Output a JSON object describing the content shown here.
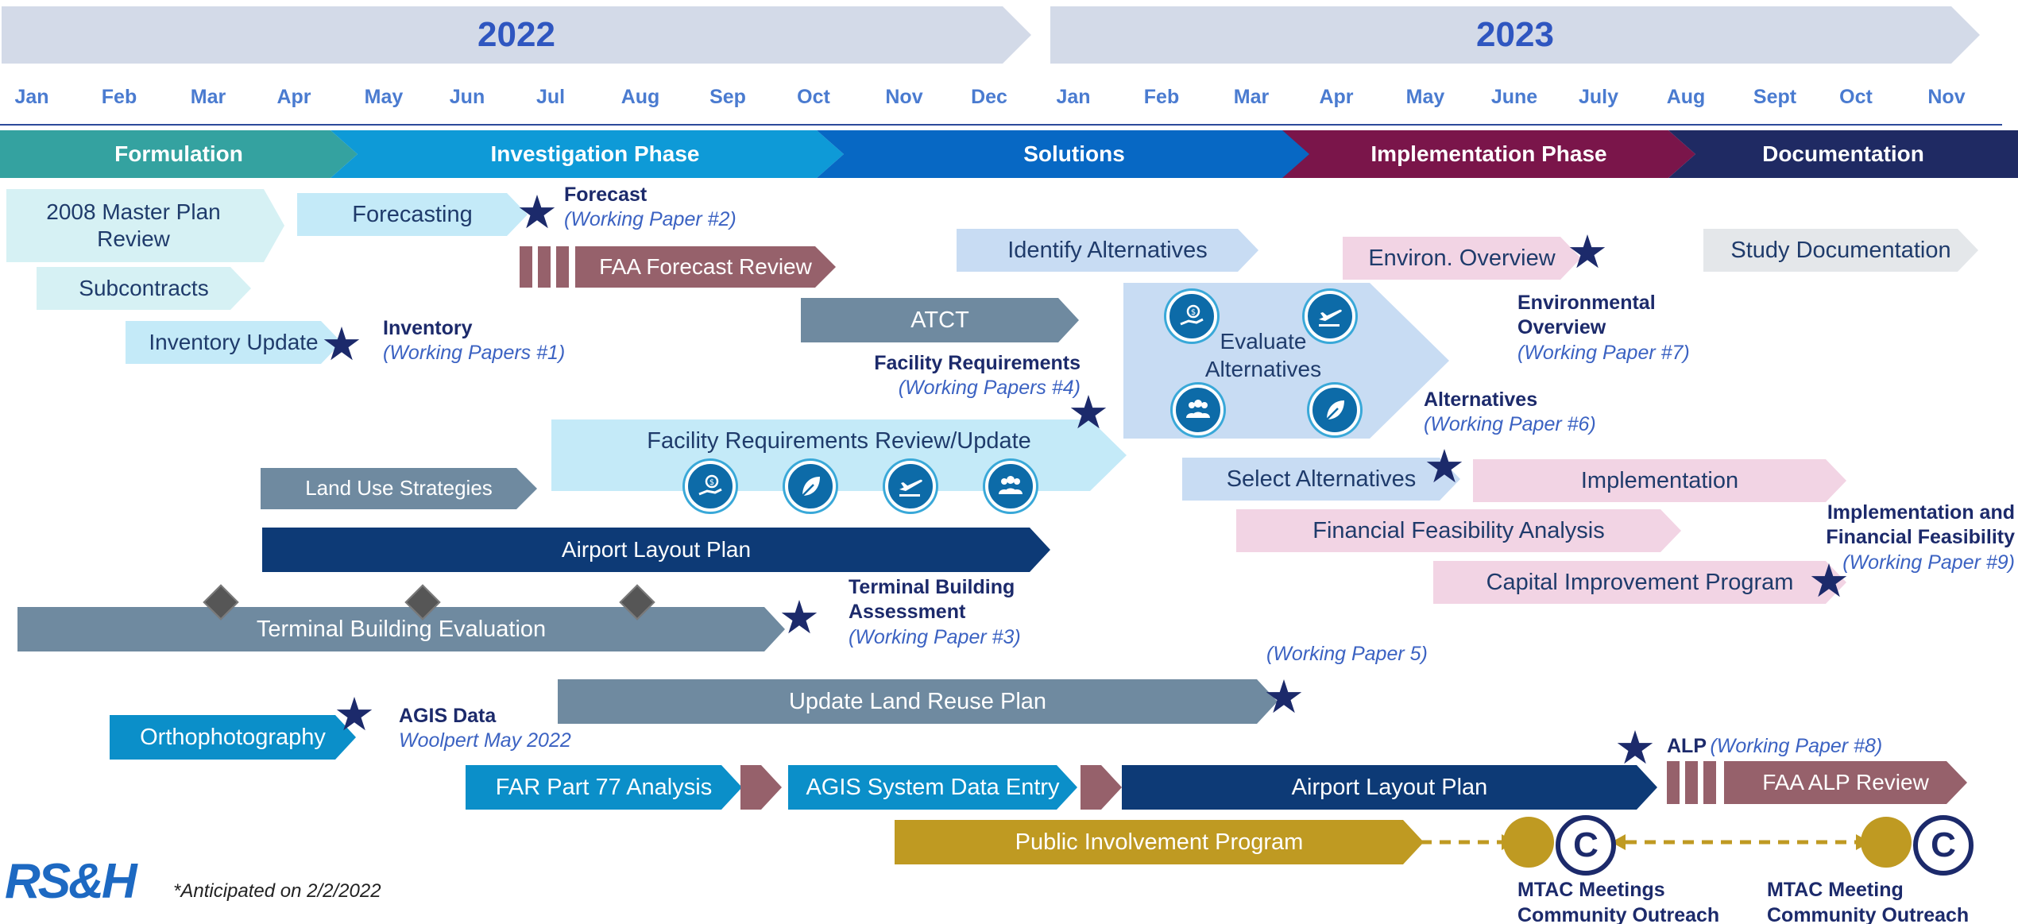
{
  "years": [
    {
      "label": "2022"
    },
    {
      "label": "2023"
    }
  ],
  "months": [
    "Jan",
    "Feb",
    "Mar",
    "Apr",
    "May",
    "Jun",
    "Jul",
    "Aug",
    "Sep",
    "Oct",
    "Nov",
    "Dec",
    "Jan",
    "Feb",
    "Mar",
    "Apr",
    "May",
    "June",
    "July",
    "Aug",
    "Sept",
    "Oct",
    "Nov"
  ],
  "phases": [
    "Formulation",
    "Investigation Phase",
    "Solutions",
    "Implementation Phase",
    "Documentation"
  ],
  "tasks": {
    "master_plan_review": "2008 Master Plan Review",
    "subcontracts": "Subcontracts",
    "forecasting": "Forecasting",
    "inventory_update": "Inventory Update",
    "faa_forecast_review": "FAA Forecast Review",
    "atct": "ATCT",
    "identify_alternatives": "Identify Alternatives",
    "evaluate_alternatives": "Evaluate Alternatives",
    "environ_overview": "Environ. Overview",
    "study_documentation": "Study Documentation",
    "facility_req_review": "Facility Requirements Review/Update",
    "land_use_strategies": "Land Use Strategies",
    "airport_layout_plan_1": "Airport Layout Plan",
    "select_alternatives": "Select Alternatives",
    "implementation": "Implementation",
    "financial_feasibility": "Financial Feasibility Analysis",
    "capital_improvement": "Capital Improvement Program",
    "terminal_building_eval": "Terminal Building Evaluation",
    "update_land_reuse": "Update Land Reuse Plan",
    "orthophotography": "Orthophotography",
    "far_part_77": "FAR Part 77 Analysis",
    "agis_entry": "AGIS System Data Entry",
    "airport_layout_plan_2": "Airport Layout Plan",
    "faa_alp_review": "FAA ALP Review",
    "public_involvement": "Public Involvement Program"
  },
  "milestones": {
    "forecast": {
      "title": "Forecast",
      "sub": "(Working Paper #2)"
    },
    "inventory": {
      "title": "Inventory",
      "sub": "(Working Papers #1)"
    },
    "facility_requirements": {
      "title": "Facility Requirements",
      "sub": "(Working Papers #4)"
    },
    "environmental_overview": {
      "title1": "Environmental",
      "title2": "Overview",
      "sub": "(Working Paper #7)"
    },
    "alternatives": {
      "title": "Alternatives",
      "sub": "(Working Paper #6)"
    },
    "implementation_financial": {
      "title1": "Implementation and",
      "title2": "Financial Feasibility",
      "sub": "(Working Paper #9)"
    },
    "terminal_building": {
      "title1": "Terminal Building",
      "title2": "Assessment",
      "sub": "(Working Paper #3)"
    },
    "working_paper_5": {
      "sub": "(Working Paper 5)"
    },
    "agis_data": {
      "title": "AGIS Data",
      "sub": "Woolpert May 2022"
    },
    "alp": {
      "title": "ALP",
      "sub": "(Working Paper #8)"
    }
  },
  "meetings": {
    "mtac_meetings": "MTAC Meetings",
    "community_outreach_1": "Community Outreach",
    "mtac_meeting": "MTAC Meeting",
    "community_outreach_2": "Community Outreach",
    "c_symbol": "C"
  },
  "logo": "RS&H",
  "footnote": "*Anticipated on 2/2/2022",
  "colors": {
    "year_band": "#d3dae8",
    "year_text": "#2f56c0",
    "formulation": "#34a2a0",
    "investigation": "#0e9ad7",
    "solutions": "#0768c4",
    "implementation_phase": "#7a154a",
    "documentation": "#1f2a63",
    "milestone_star": "#1c2a6b",
    "public_involvement": "#bf9a22"
  }
}
